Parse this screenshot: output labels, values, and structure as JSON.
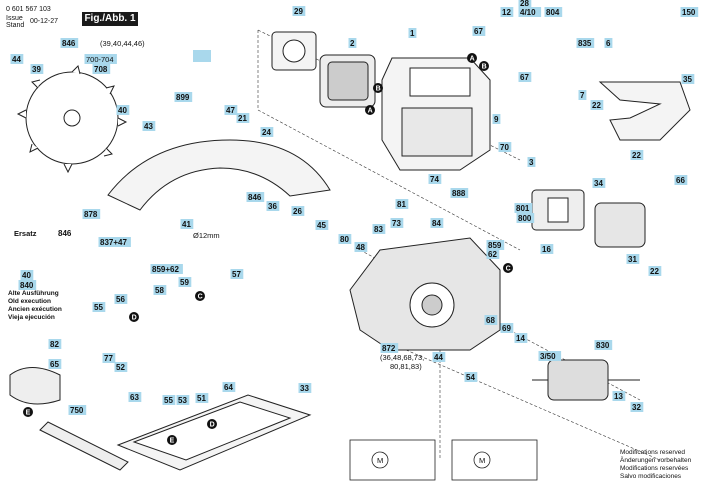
{
  "header": {
    "doc_number": "0 601 567 103",
    "issue_label": "Issue",
    "stand_label": "Stand",
    "date": "00-12-27",
    "fig_label": "Fig./Abb. 1"
  },
  "callouts": [
    {
      "id": "c846",
      "text": "846"
    },
    {
      "id": "c846sub",
      "text": "(39,40,44,46)"
    },
    {
      "id": "c44",
      "text": "44"
    },
    {
      "id": "c39",
      "text": "39"
    },
    {
      "id": "c700",
      "text": "700-704"
    },
    {
      "id": "c708",
      "text": "708"
    },
    {
      "id": "c29",
      "text": "29"
    },
    {
      "id": "c2",
      "text": "2"
    },
    {
      "id": "c1",
      "text": "1"
    },
    {
      "id": "c28",
      "text": "28"
    },
    {
      "id": "c4_10",
      "text": "4/10"
    },
    {
      "id": "c804",
      "text": "804"
    },
    {
      "id": "c12",
      "text": "12"
    },
    {
      "id": "c150",
      "text": "150"
    },
    {
      "id": "c67a",
      "text": "67"
    },
    {
      "id": "c67b",
      "text": "67"
    },
    {
      "id": "c835",
      "text": "835"
    },
    {
      "id": "c6",
      "text": "6"
    },
    {
      "id": "c35",
      "text": "35"
    },
    {
      "id": "c7",
      "text": "7"
    },
    {
      "id": "c22a",
      "text": "22"
    },
    {
      "id": "c899",
      "text": "899"
    },
    {
      "id": "c47",
      "text": "47"
    },
    {
      "id": "c21",
      "text": "21"
    },
    {
      "id": "c43",
      "text": "43"
    },
    {
      "id": "c40a",
      "text": "40"
    },
    {
      "id": "c9",
      "text": "9"
    },
    {
      "id": "c70",
      "text": "70"
    },
    {
      "id": "c24",
      "text": "24"
    },
    {
      "id": "c74",
      "text": "74"
    },
    {
      "id": "c888",
      "text": "888"
    },
    {
      "id": "c3",
      "text": "3"
    },
    {
      "id": "c34",
      "text": "34"
    },
    {
      "id": "c22b",
      "text": "22"
    },
    {
      "id": "c66",
      "text": "66"
    },
    {
      "id": "c878",
      "text": "878"
    },
    {
      "id": "c837",
      "text": "837+47"
    },
    {
      "id": "c41",
      "text": "41"
    },
    {
      "id": "c846b",
      "text": "846"
    },
    {
      "id": "c36",
      "text": "36"
    },
    {
      "id": "c26",
      "text": "26"
    },
    {
      "id": "c81",
      "text": "81"
    },
    {
      "id": "c801",
      "text": "801"
    },
    {
      "id": "c800",
      "text": "800"
    },
    {
      "id": "c16",
      "text": "16"
    },
    {
      "id": "c31",
      "text": "31"
    },
    {
      "id": "c22c",
      "text": "22"
    },
    {
      "id": "c73",
      "text": "73"
    },
    {
      "id": "c84",
      "text": "84"
    },
    {
      "id": "c83",
      "text": "83"
    },
    {
      "id": "c45",
      "text": "45"
    },
    {
      "id": "c80",
      "text": "80"
    },
    {
      "id": "c48",
      "text": "48"
    },
    {
      "id": "c859",
      "text": "859"
    },
    {
      "id": "c62",
      "text": "62"
    },
    {
      "id": "c859_62",
      "text": "859+62"
    },
    {
      "id": "c57",
      "text": "57"
    },
    {
      "id": "c58",
      "text": "58"
    },
    {
      "id": "c59",
      "text": "59"
    },
    {
      "id": "c56",
      "text": "56"
    },
    {
      "id": "c55a",
      "text": "55"
    },
    {
      "id": "c77",
      "text": "77"
    },
    {
      "id": "c52",
      "text": "52"
    },
    {
      "id": "c872",
      "text": "872"
    },
    {
      "id": "c872sub",
      "text": "(36,48,68,73,"
    },
    {
      "id": "c872sub2",
      "text": "80,81,83)"
    },
    {
      "id": "c68",
      "text": "68"
    },
    {
      "id": "c69",
      "text": "69"
    },
    {
      "id": "c14",
      "text": "14"
    },
    {
      "id": "c3_50",
      "text": "3/50"
    },
    {
      "id": "c830",
      "text": "830"
    },
    {
      "id": "c44b",
      "text": "44"
    },
    {
      "id": "c54",
      "text": "54"
    },
    {
      "id": "c82",
      "text": "82"
    },
    {
      "id": "c65",
      "text": "65"
    },
    {
      "id": "c750",
      "text": "750"
    },
    {
      "id": "c63",
      "text": "63"
    },
    {
      "id": "c55b",
      "text": "55"
    },
    {
      "id": "c53",
      "text": "53"
    },
    {
      "id": "c51",
      "text": "51"
    },
    {
      "id": "c64",
      "text": "64"
    },
    {
      "id": "c33",
      "text": "33"
    },
    {
      "id": "c13",
      "text": "13"
    },
    {
      "id": "c32",
      "text": "32"
    },
    {
      "id": "c840",
      "text": "840"
    },
    {
      "id": "c40b",
      "text": "40"
    }
  ],
  "ersatz": {
    "label": "Ersatz",
    "value": "846"
  },
  "old_execution": [
    "Alte Ausführung",
    "Old execution",
    "Ancien exécution",
    "Vieja ejecución"
  ],
  "diameter_label": "Ø12mm",
  "circle_letters": {
    "a": "A",
    "b": "B",
    "c": "C",
    "d": "D",
    "e": "E"
  },
  "modifications": [
    "Modifications reserved",
    "Änderungen vorbehalten",
    "Modifications reservées",
    "Salvo modificaciones"
  ],
  "colors": {
    "callout_fill": "#a9d8ec",
    "line": "#222222",
    "bg": "#ffffff"
  }
}
